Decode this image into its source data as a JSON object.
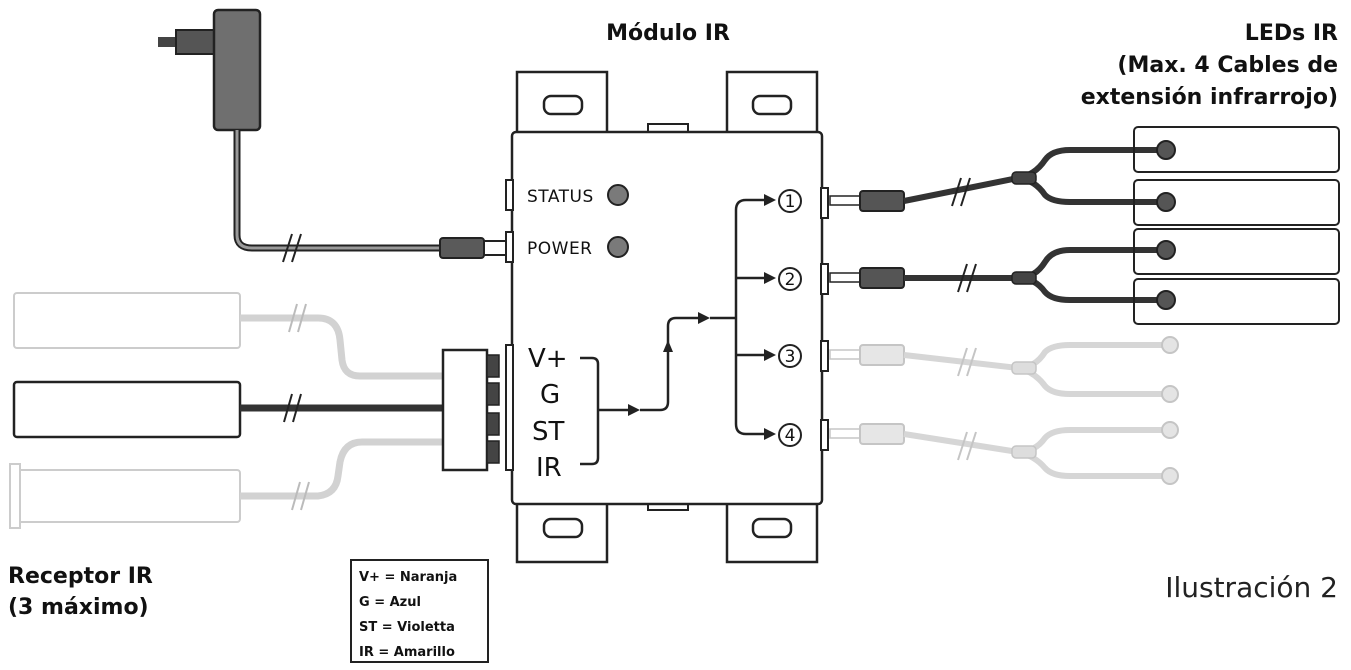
{
  "module": {
    "title": "Módulo IR",
    "status_label": "STATUS",
    "power_label": "POWER",
    "pins": [
      "V+",
      "G",
      "ST",
      "IR"
    ],
    "ports": [
      "1",
      "2",
      "3",
      "4"
    ]
  },
  "leds": {
    "title_line1": "LEDs IR",
    "title_line2": "(Max. 4 Cables de",
    "title_line3": "extensión infrarrojo)"
  },
  "receiver": {
    "title_line1": "Receptor IR",
    "title_line2": "(3 máximo)"
  },
  "legend": {
    "items": [
      "V+ = Naranja",
      "G = Azul",
      "ST = Violetta",
      "IR = Amarillo"
    ]
  },
  "figure_caption": "Ilustración 2",
  "colors": {
    "dark_cable": "#3a3a3a",
    "faded_cable": "#c8c8c8",
    "outline": "#222222",
    "adapter": "#6f6f6f"
  }
}
